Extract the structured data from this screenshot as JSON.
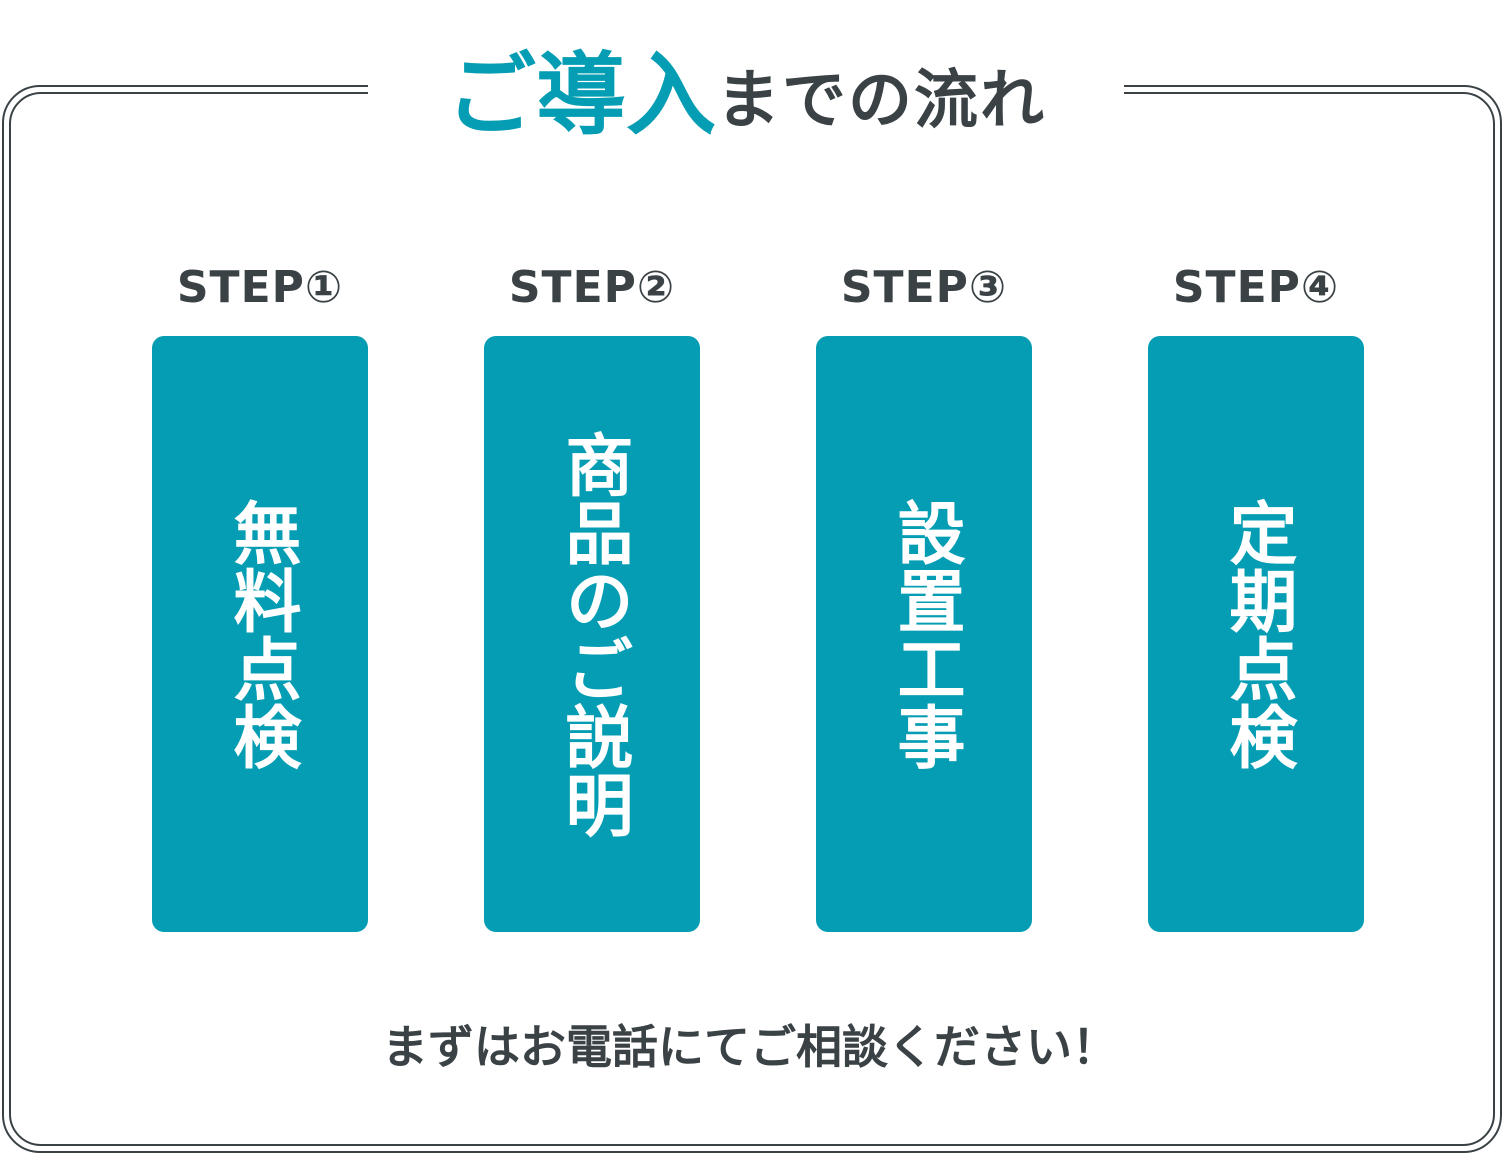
{
  "title": {
    "accent": "ご導入",
    "rest": "までの流れ"
  },
  "steps": [
    {
      "label": "STEP①",
      "text": "無料点検"
    },
    {
      "label": "STEP②",
      "text": "商品のご説明"
    },
    {
      "label": "STEP③",
      "text": "設置工事"
    },
    {
      "label": "STEP④",
      "text": "定期点検"
    }
  ],
  "footer": "まずはお電話にてご相談ください！",
  "colors": {
    "accent": "#049db3",
    "text": "#3a4245",
    "box_text": "#ffffff"
  }
}
